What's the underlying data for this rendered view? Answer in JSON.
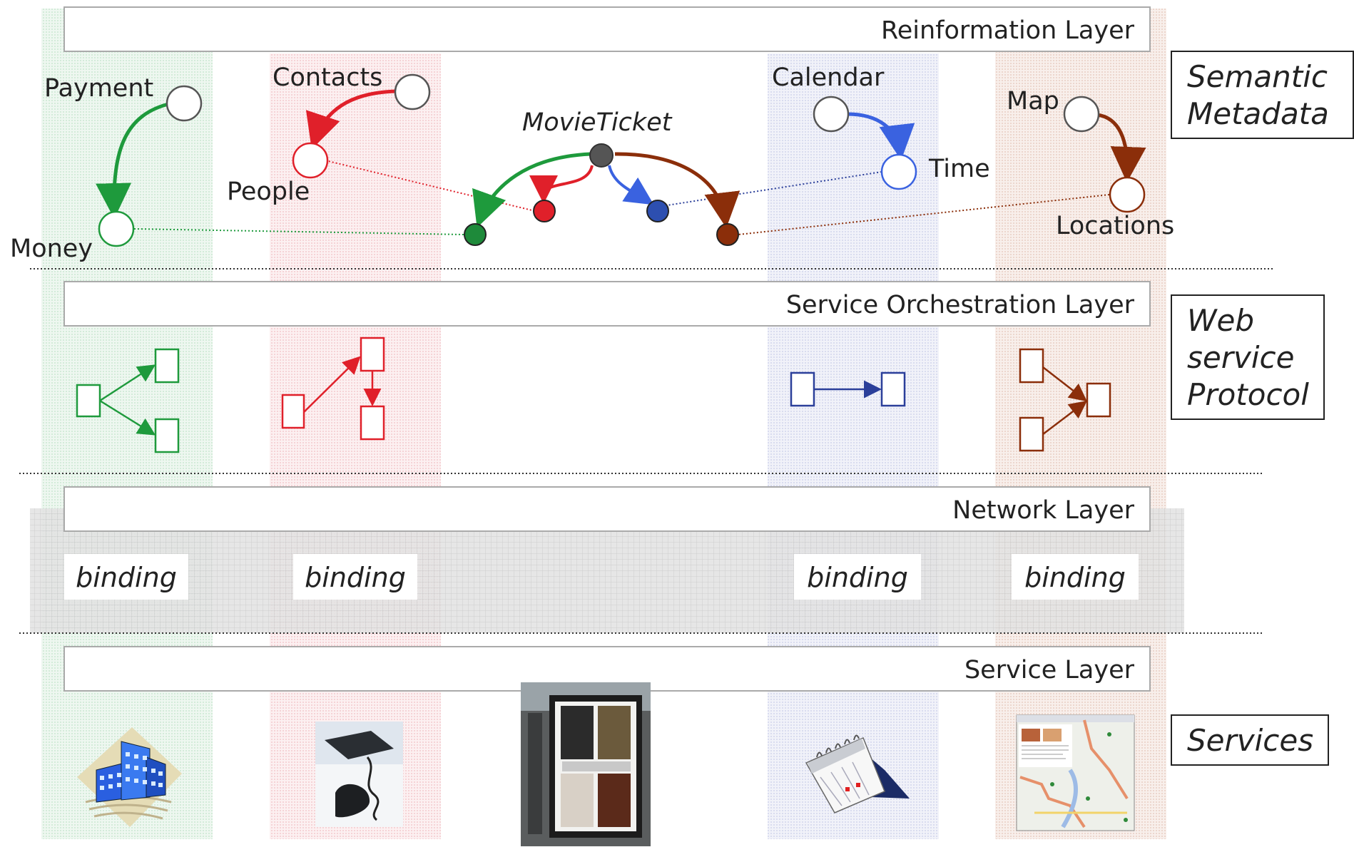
{
  "layers": {
    "reinformation": "Reinformation Layer",
    "orchestration": "Service Orchestration Layer",
    "network": "Network Layer",
    "service": "Service Layer"
  },
  "side_labels": {
    "semantic_line1": "Semantic",
    "semantic_line2": "Metadata",
    "web_line1": "Web",
    "web_line2": "service",
    "web_line3": "Protocol",
    "services": "Services"
  },
  "nodes": {
    "payment": "Payment",
    "money": "Money",
    "contacts": "Contacts",
    "people": "People",
    "movie_ticket": "MovieTicket",
    "calendar": "Calendar",
    "time": "Time",
    "map": "Map",
    "locations": "Locations"
  },
  "bindings": [
    "binding",
    "binding",
    "binding",
    "binding"
  ],
  "colors": {
    "green": "#1e9a3c",
    "red": "#e0202a",
    "blue": "#3a62e0",
    "brown": "#8b2e0a",
    "grey_node": "#555555",
    "green_tint": "#cfe9d4",
    "red_tint": "#f6cdd0",
    "blue_tint": "#d5d9ee",
    "brown_tint": "#ecd3c8"
  },
  "icons": {
    "money_service": "building-icon",
    "contacts_service": "telephone-icon",
    "movie_service": "movie-poster-kiosk-icon",
    "calendar_service": "desk-calendar-icon",
    "map_service": "map-screenshot-icon"
  }
}
